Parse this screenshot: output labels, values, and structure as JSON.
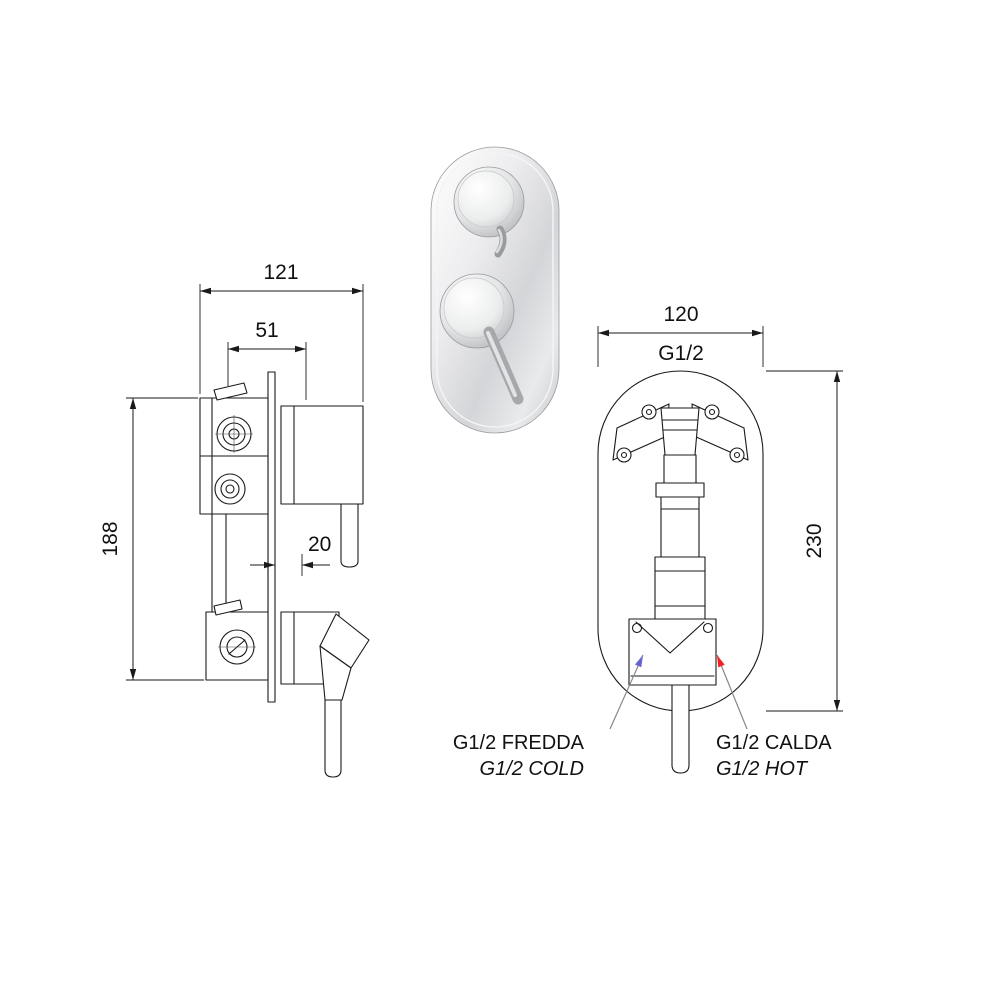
{
  "drawing": {
    "side_view": {
      "dim_width": "121",
      "dim_inner_width": "51",
      "dim_height": "188",
      "dim_plate_offset": "20"
    },
    "front_view": {
      "dim_width": "120",
      "dim_height": "230",
      "thread_label": "G1/2"
    },
    "connections": {
      "cold_primary": "G1/2 FREDDA",
      "cold_secondary": "G1/2 COLD",
      "hot_primary": "G1/2 CALDA",
      "hot_secondary": "G1/2 HOT"
    }
  },
  "colors": {
    "line": "#1a1a1a",
    "cold": "#6666cc",
    "hot": "#ee2222"
  }
}
